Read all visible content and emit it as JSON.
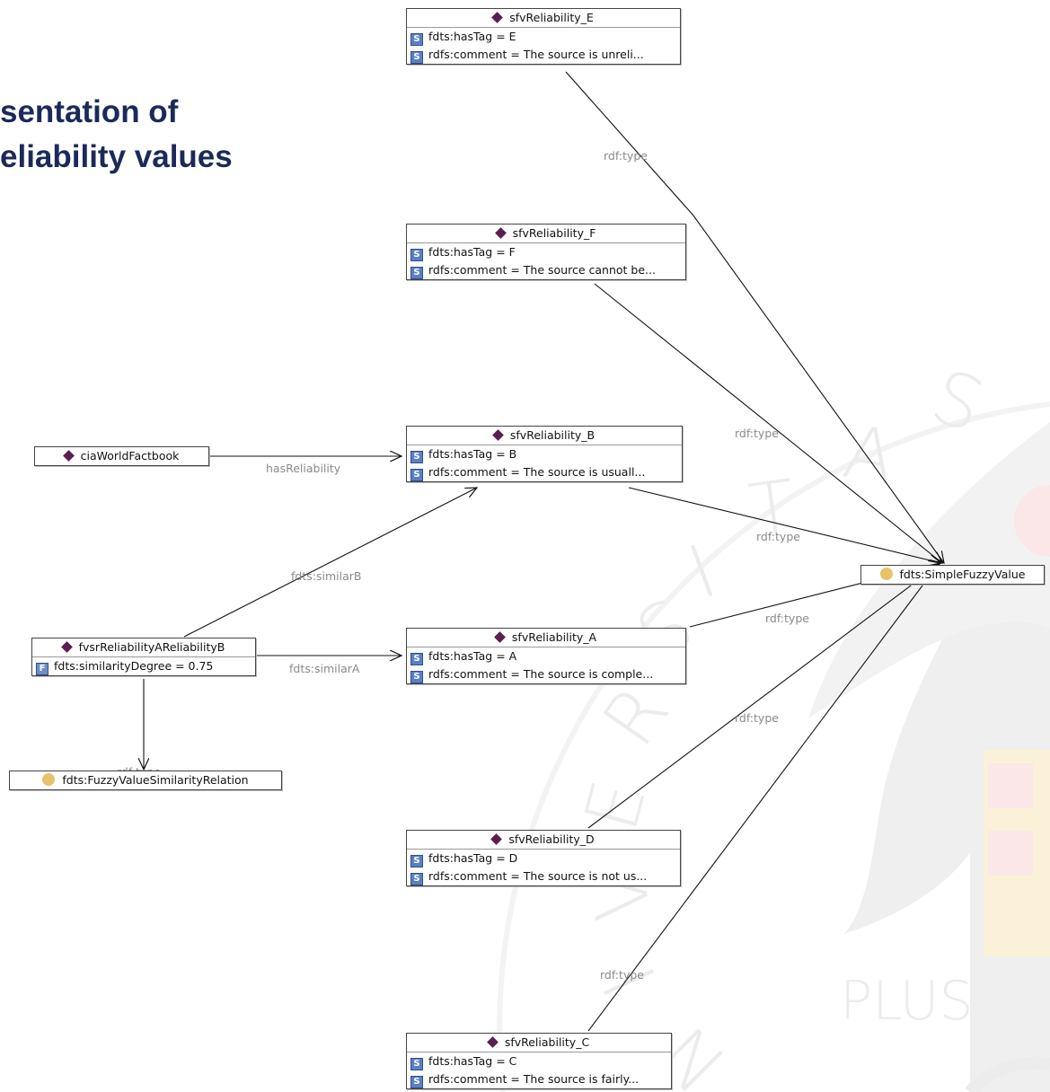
{
  "title": {
    "line1": "sentation of",
    "line2": "eliability values"
  },
  "watermark": {
    "letters": [
      "S",
      "A",
      "T",
      "I",
      "S",
      "R",
      "E",
      "V",
      "I",
      "N"
    ],
    "motto": "PLUS",
    "colors": {
      "text": "#ececec",
      "emblem": "#efefef",
      "emblem_red": "#fbe7e7",
      "emblem_gold": "#fbf1d9"
    }
  },
  "nodes": {
    "sfv_e": {
      "name": "sfvReliability_E",
      "icon": "individual-diamond-icon",
      "props": [
        {
          "icon": "S",
          "text": "fdts:hasTag = E"
        },
        {
          "icon": "S",
          "text": "rdfs:comment = The source is unreli..."
        }
      ]
    },
    "sfv_f": {
      "name": "sfvReliability_F",
      "icon": "individual-diamond-icon",
      "props": [
        {
          "icon": "S",
          "text": "fdts:hasTag = F"
        },
        {
          "icon": "S",
          "text": "rdfs:comment = The source cannot be..."
        }
      ]
    },
    "sfv_b": {
      "name": "sfvReliability_B",
      "icon": "individual-diamond-icon",
      "props": [
        {
          "icon": "S",
          "text": "fdts:hasTag = B"
        },
        {
          "icon": "S",
          "text": "rdfs:comment = The source is usuall..."
        }
      ]
    },
    "sfv_a": {
      "name": "sfvReliability_A",
      "icon": "individual-diamond-icon",
      "props": [
        {
          "icon": "S",
          "text": "fdts:hasTag = A"
        },
        {
          "icon": "S",
          "text": "rdfs:comment = The source is comple..."
        }
      ]
    },
    "sfv_d": {
      "name": "sfvReliability_D",
      "icon": "individual-diamond-icon",
      "props": [
        {
          "icon": "S",
          "text": "fdts:hasTag = D"
        },
        {
          "icon": "S",
          "text": "rdfs:comment = The source is not us..."
        }
      ]
    },
    "sfv_c": {
      "name": "sfvReliability_C",
      "icon": "individual-diamond-icon",
      "props": [
        {
          "icon": "S",
          "text": "fdts:hasTag = C"
        },
        {
          "icon": "S",
          "text": "rdfs:comment = The source is fairly..."
        }
      ]
    },
    "cia": {
      "name": "ciaWorldFactbook",
      "icon": "individual-diamond-icon"
    },
    "fvsr": {
      "name": "fvsrReliabilityAReliabilityB",
      "icon": "individual-diamond-icon",
      "props": [
        {
          "icon": "F",
          "text": "fdts:similarityDegree = 0.75"
        }
      ]
    },
    "simple": {
      "name": "fdts:SimpleFuzzyValue",
      "icon": "class-circle-icon"
    },
    "fvsim": {
      "name": "fdts:FuzzyValueSimilarityRelation",
      "icon": "class-circle-icon"
    }
  },
  "edges": {
    "e_type": "rdf:type",
    "f_type": "rdf:type",
    "b_type": "rdf:type",
    "a_type": "rdf:type",
    "d_type": "rdf:type",
    "c_type": "rdf:type",
    "cia_rel": "hasReliability",
    "sim_b": "fdts:similarB",
    "sim_a": "fdts:similarA",
    "fvsr_type": "rdf:type"
  },
  "colors": {
    "individual": "#5a1e4f",
    "class": "#e6c36a",
    "string_prop": "#5b7fc4",
    "title": "#1b2a5a",
    "edge_line": "#111111",
    "edge_label": "#8a8a8a"
  }
}
